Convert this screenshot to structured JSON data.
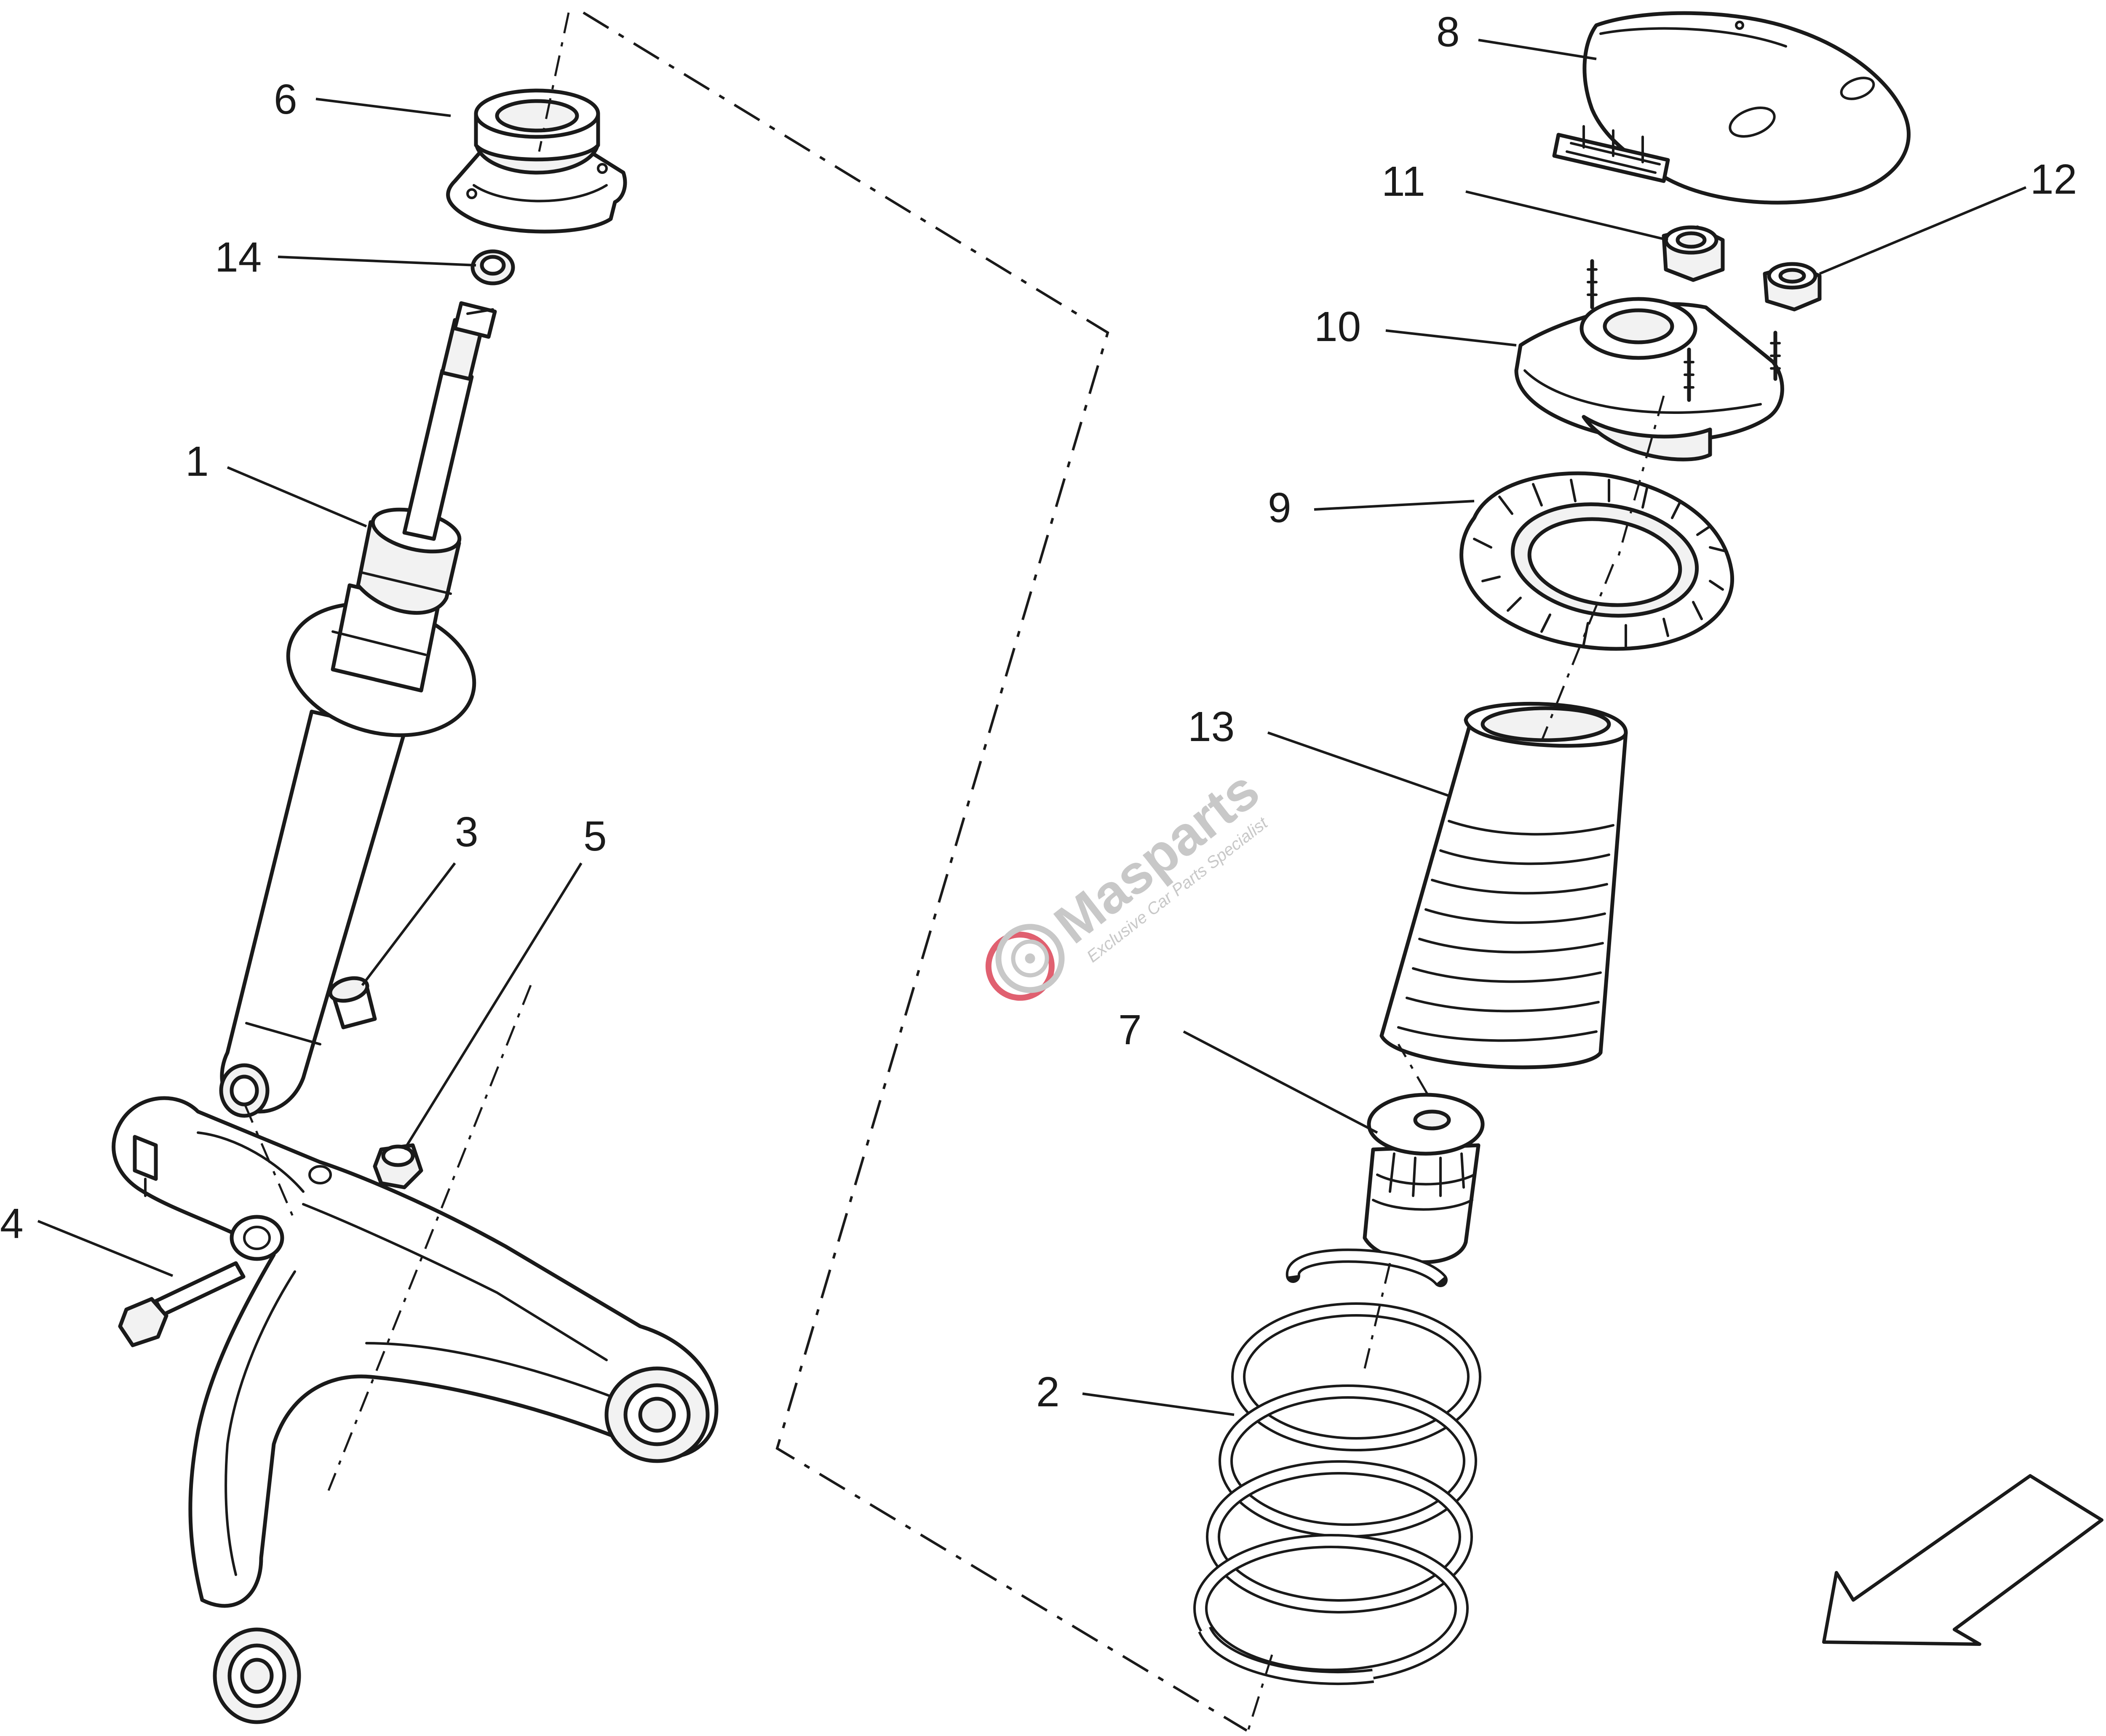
{
  "callouts": {
    "c1": "1",
    "c2": "2",
    "c3": "3",
    "c4": "4",
    "c5": "5",
    "c6": "6",
    "c7": "7",
    "c8": "8",
    "c9": "9",
    "c10": "10",
    "c11": "11",
    "c12": "12",
    "c13": "13",
    "c14": "14"
  },
  "watermark": {
    "brand": "Masparts",
    "tagline": "Exclusive Car Parts Specialist",
    "logo_icon": "brake-disc-logo-icon",
    "brand_color": "#e06070"
  },
  "icons": {
    "direction": "direction-arrow-icon"
  }
}
